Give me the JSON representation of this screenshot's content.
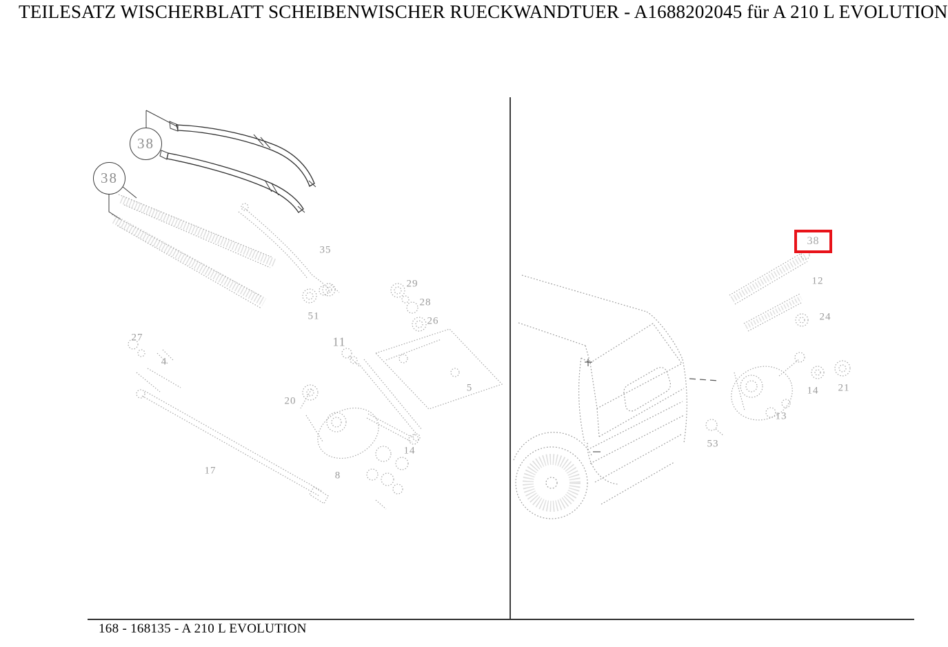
{
  "title": "TEILESATZ WISCHERBLATT SCHEIBENWISCHER RUECKWANDTUER - A1688202045 für A 210 L EVOLUTION",
  "footer": {
    "text": "168 - 168135 - A 210 L EVOLUTION"
  },
  "colors": {
    "highlight_box": "#e81219",
    "stipple_text": "#9b9b9b",
    "solid_line": "#2e2e2e"
  },
  "left_diagram": {
    "balloons": [
      {
        "label": "38"
      },
      {
        "label": "38"
      }
    ],
    "labels": {
      "l35": "35",
      "l51": "51",
      "l29": "29",
      "l28": "28",
      "l26": "26",
      "l11": "11",
      "l27": "27",
      "l4": "4",
      "l20": "20",
      "l5": "5",
      "l14": "14",
      "l8": "8",
      "l17": "17"
    }
  },
  "right_diagram": {
    "highlighted": {
      "label": "38"
    },
    "labels": {
      "l12": "12",
      "l24": "24",
      "l14": "14",
      "l21": "21",
      "l13": "13",
      "l53": "53"
    }
  }
}
